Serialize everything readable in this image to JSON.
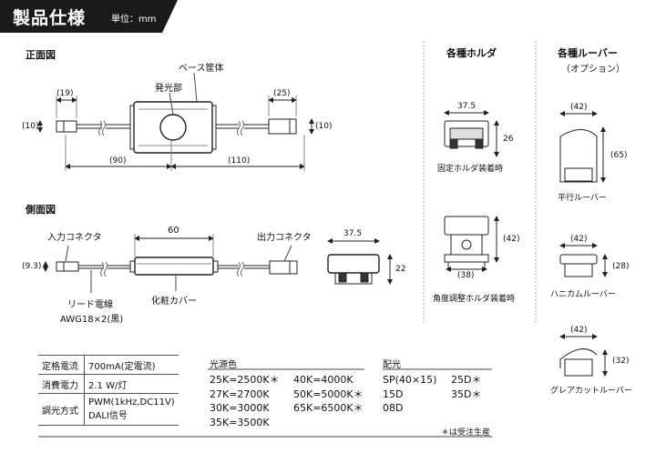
{
  "banner": {
    "title": "製品仕様",
    "unit": "単位：mm"
  },
  "sections": {
    "front": "正面図",
    "side": "側面図",
    "holders": "各種ホルダ",
    "louvers": "各種ルーバー",
    "louvers_option": "（オプション）"
  },
  "front_view": {
    "base_housing": "ベース筐体",
    "light_emitting": "発光部",
    "dims": {
      "d19": "(19)",
      "d25": "(25)",
      "d10_left": "(10)",
      "d10_right": "(10)",
      "d90": "(90)",
      "d110": "(110)"
    }
  },
  "side_view": {
    "input_connector": "入力コネクタ",
    "output_connector": "出力コネクタ",
    "lead_wire": "リード電線",
    "awg": "AWG18×2(黒)",
    "cover": "化粧カバー",
    "dims": {
      "d60": "60",
      "d93": "(9.3)",
      "d375": "37.5",
      "d22": "22"
    }
  },
  "holders": {
    "fixed": {
      "caption": "固定ホルダ装着時",
      "w": "37.5",
      "h": "26"
    },
    "adjustable": {
      "caption": "角度調整ホルダ装着時",
      "w": "(38)",
      "h": "(42)"
    }
  },
  "louvers": {
    "parallel": {
      "caption": "平行ルーバー",
      "w": "(42)",
      "h": "(65)"
    },
    "honeycomb": {
      "caption": "ハニカムルーバー",
      "w": "(42)",
      "h": "(28)"
    },
    "glare": {
      "caption": "グレアカットルーバー",
      "w": "(42)",
      "h": "(32)"
    }
  },
  "spec_table": [
    {
      "key": "定格電流",
      "value": "700mA(定電流)"
    },
    {
      "key": "消費電力",
      "value": "2.1 W/灯"
    },
    {
      "key": "調光方式",
      "value": "PWM(1kHz,DC11V)\nDALI信号"
    }
  ],
  "light_color": {
    "heading": "光源色",
    "col1": [
      "25K=2500K＊",
      "27K=2700K",
      "30K=3000K",
      "35K=3500K"
    ],
    "col2": [
      "40K=4000K",
      "50K=5000K＊",
      "65K=6500K＊"
    ]
  },
  "distribution": {
    "heading": "配光",
    "col1": [
      "SP(40×15)",
      "15D",
      "08D"
    ],
    "col2": [
      "25D＊",
      "35D＊"
    ]
  },
  "footnote": "＊は受注生産"
}
